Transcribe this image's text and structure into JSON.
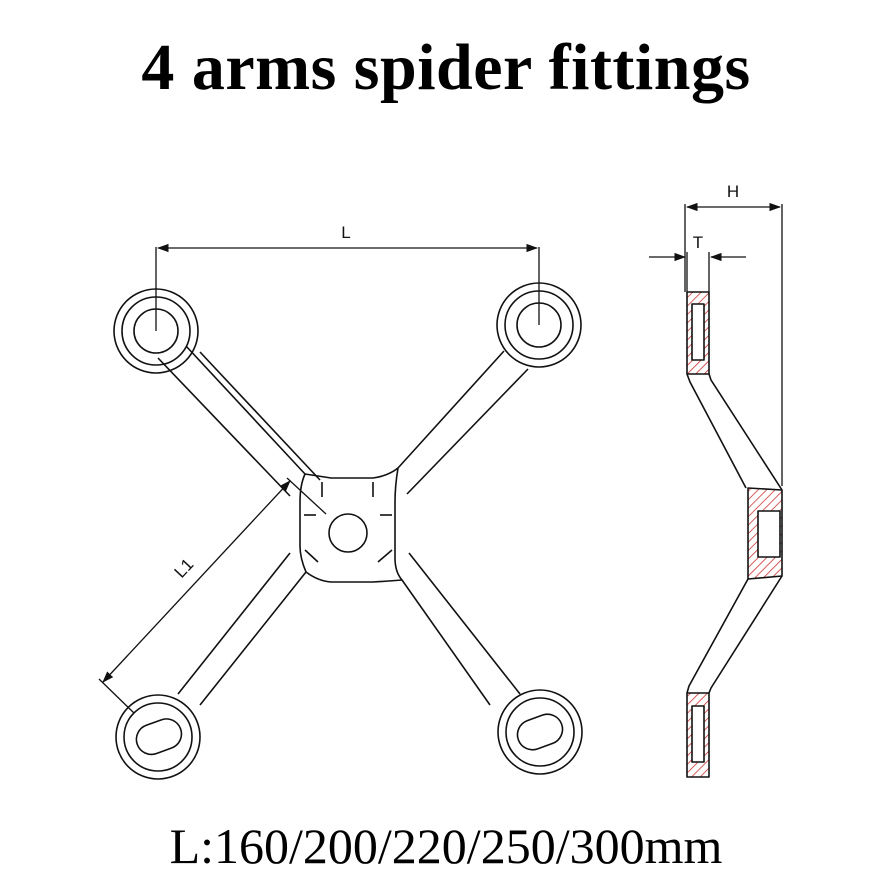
{
  "title": "4 arms spider fittings",
  "caption": "L:160/200/220/250/300mm",
  "dimensions": {
    "L": "L",
    "L1": "L1",
    "H": "H",
    "T": "T"
  },
  "colors": {
    "line": "#111111",
    "hatch": "#cc3333",
    "background": "#ffffff"
  }
}
